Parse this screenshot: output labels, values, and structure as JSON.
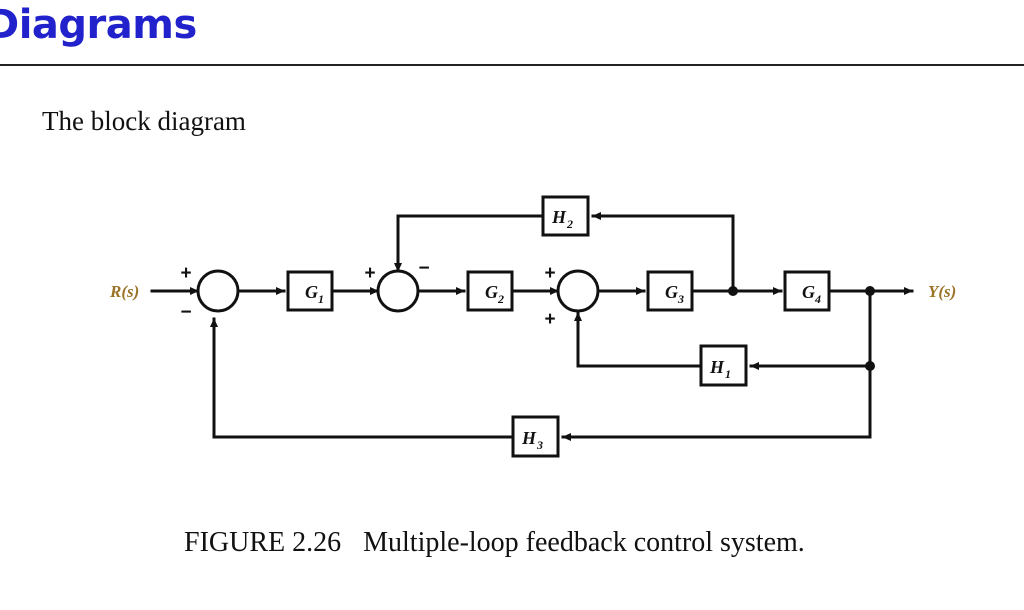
{
  "header": {
    "title": "Diagrams",
    "title_color": "#2222cc"
  },
  "subtitle": "The block diagram",
  "caption": {
    "number": "FIGURE 2.26",
    "text": "Multiple-loop feedback control system."
  },
  "diagram": {
    "input_label": "R(s)",
    "output_label": "Y(s)",
    "io_label_color": "#9a7326",
    "line_color": "#111111",
    "blocks": [
      {
        "id": "G1",
        "base": "G",
        "sub": "1"
      },
      {
        "id": "G2",
        "base": "G",
        "sub": "2"
      },
      {
        "id": "G3",
        "base": "G",
        "sub": "3"
      },
      {
        "id": "G4",
        "base": "G",
        "sub": "4"
      },
      {
        "id": "H1",
        "base": "H",
        "sub": "1"
      },
      {
        "id": "H2",
        "base": "H",
        "sub": "2"
      },
      {
        "id": "H3",
        "base": "H",
        "sub": "3"
      }
    ],
    "summers": [
      {
        "id": "sum1",
        "sign_top": "+",
        "sign_bottom": "−"
      },
      {
        "id": "sum2",
        "sign_left": "+",
        "sign_top_right": "−"
      },
      {
        "id": "sum3",
        "sign_left": "+",
        "sign_bottom_left": "+"
      }
    ]
  }
}
